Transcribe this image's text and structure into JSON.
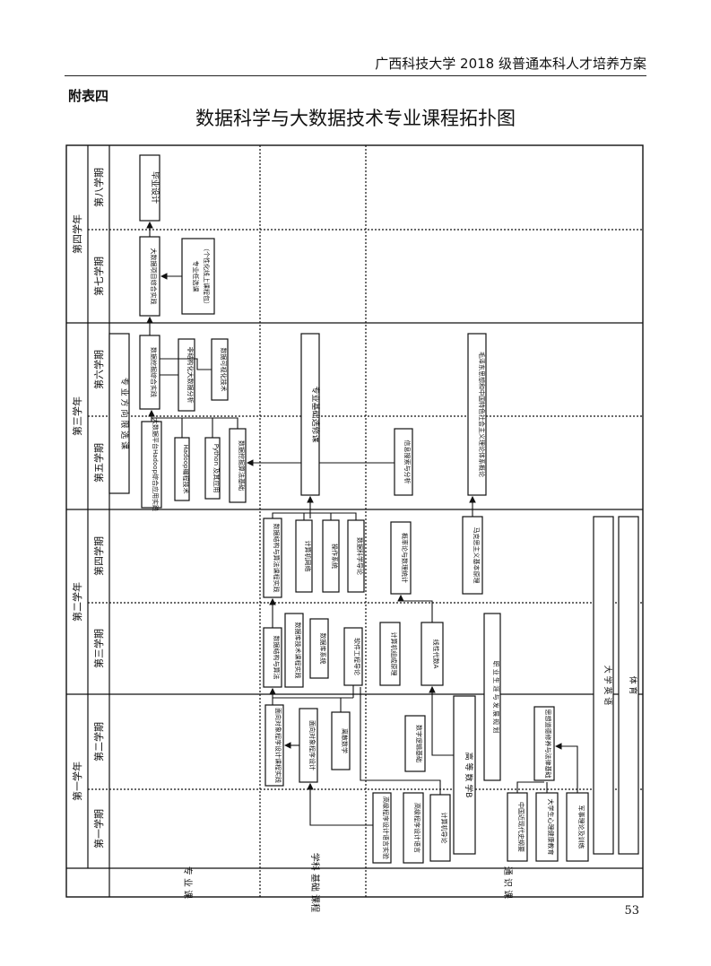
{
  "header": {
    "running_title": "广西科技大学 2018 级普通本科人才培养方案"
  },
  "annex_label": "附表四",
  "title": "数据科学与大数据技术专业课程拓扑图",
  "page_number": "53",
  "years": {
    "y1": "第一学年",
    "y2": "第二学年",
    "y3": "第三学年",
    "y4": "第四学年"
  },
  "semesters": {
    "s1": "第一学期",
    "s2": "第二学期",
    "s3": "第三学期",
    "s4": "第四学期",
    "s5": "第五学期",
    "s6": "第六学期",
    "s7": "第七学期",
    "s8": "第八学期"
  },
  "categories": {
    "major": "专 业 课",
    "foundation": "学科 基础 课程",
    "general": "通 识 课"
  },
  "courses": {
    "grad_design": "毕业设计",
    "bigdata_project": "大数据项目综合实践",
    "elective_track": "专业任选课",
    "elective_note": "（个性化线上课程包）",
    "mining_practice": "数据挖掘综合实践",
    "unstructured": "非结构化大数据分析",
    "visualization": "数据可视化技术",
    "directional_electives": "专 业 方 向 限 选 课",
    "hadoop_practice": "大数据平台Hadoop综合应用实践",
    "hadoop_prog": "Hadoop编程技术",
    "python_app": "Python 及其应用",
    "mining_algo": "数据挖掘算法基础",
    "foundation_electives": "专业基础选修课",
    "ds_algo_practice": "数据结构与算法课程实践",
    "network": "计算机网络",
    "os": "操作系统",
    "ds_intro": "数据科学导论",
    "ds_algo": "数据结构与算法",
    "db_practice": "数据库技术课程实践",
    "db_system": "数据库系统",
    "se_intro": "软件工程导论",
    "oop_design": "面向对象程序设计课程实践",
    "oop": "面向对象程序设计",
    "discrete": "离散数学",
    "hl_practice": "高级程序设计语言实验",
    "hl_lang": "高级程序设计语言",
    "cs_intro": "计算机导论",
    "digital_logic": "数字逻辑基础",
    "info_search": "信息搜索与分析",
    "mao_intro": "毛泽东思想和中国特色社会主义理论体系概论",
    "prob_stats": "概率论与数理统计",
    "marxism": "马克思主义基本原理",
    "comp_org": "计算机组成原理",
    "linear_algebra": "线性代数A",
    "career": "职 业 生 涯 与 发 展 规 划",
    "calculus": "高 等 数 学B",
    "ethics_law": "思想道德修养与法律基础",
    "modern_history": "中国近现代史纲要",
    "mental_health": "大学生心理健康教育",
    "military": "军事理论及训练",
    "english": "大 学 英 语",
    "pe": "体 育"
  }
}
